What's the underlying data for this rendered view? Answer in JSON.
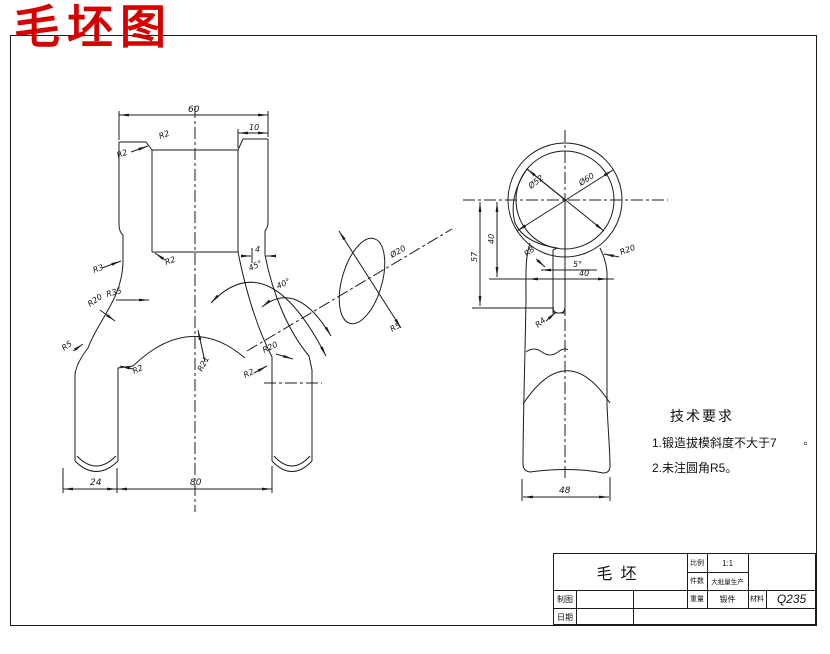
{
  "page": {
    "title": "毛坯图"
  },
  "front_view": {
    "dim_60": "60",
    "dim_10": "10",
    "r2_top_a": "R2",
    "r2_top_b": "R2",
    "r2_slot": "R2",
    "r3": "R3",
    "r35": "R35",
    "r20_left": "R20",
    "r5_left": "R5",
    "r2_left_leg": "R2",
    "r21": "R21",
    "dim_4": "4",
    "angle_45": "45°",
    "angle_40": "40°",
    "r20_right": "R20",
    "r2_right_leg": "R2",
    "dim_24": "24",
    "dim_80": "80"
  },
  "section_view": {
    "dia_20": "Ø20",
    "r5": "R5"
  },
  "side_view": {
    "dia_52": "Ø52",
    "dia_60": "Ø60",
    "dim_57": "57",
    "dim_40_v": "40",
    "r8": "R8",
    "r20": "R20",
    "angle_5": "5°",
    "dim_40_h": "40",
    "r4": "R4",
    "dim_48": "48"
  },
  "notes": {
    "title": "技术要求",
    "item1": "1.锻造拔模斜度不大于7        ▫",
    "item2": "2.未注圆角R5。"
  },
  "title_block": {
    "part_name": "毛坯",
    "scale_label": "比例",
    "scale_value": "1:1",
    "qty_label": "件数",
    "qty_value": "大批量生产",
    "weight_label": "重量",
    "weight_value": "锻件",
    "material_label": "材料",
    "material_value": "Q235",
    "drawn_label": "制图",
    "date_label": "日期"
  }
}
